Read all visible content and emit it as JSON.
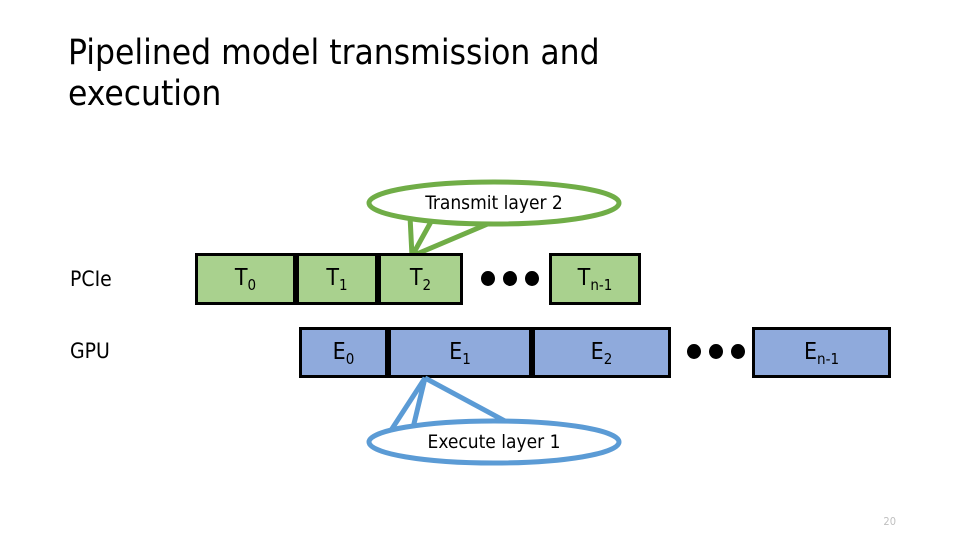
{
  "slide": {
    "title": "Pipelined model transmission and execution",
    "page_number": "20",
    "colors": {
      "transmit_fill": "#A9D18E",
      "transmit_outline": "#70AD47",
      "execute_fill": "#8FAADC",
      "execute_outline": "#5B9BD5",
      "block_border": "#000000",
      "page_number": "#BFBFBF"
    }
  },
  "rows": {
    "pcie": {
      "label": "PCIe",
      "blocks": [
        {
          "base": "T",
          "sub": "0"
        },
        {
          "base": "T",
          "sub": "1"
        },
        {
          "base": "T",
          "sub": "2"
        },
        {
          "base": "T",
          "sub": "n-1"
        }
      ],
      "ellipsis": "•••"
    },
    "gpu": {
      "label": "GPU",
      "blocks": [
        {
          "base": "E",
          "sub": "0"
        },
        {
          "base": "E",
          "sub": "1"
        },
        {
          "base": "E",
          "sub": "2"
        },
        {
          "base": "E",
          "sub": "n-1"
        }
      ],
      "ellipsis": "•••"
    }
  },
  "callouts": {
    "transmit": {
      "text": "Transmit layer 2"
    },
    "execute": {
      "text": "Execute layer 1"
    }
  }
}
